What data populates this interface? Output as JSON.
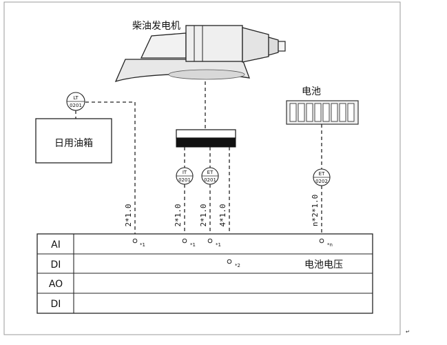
{
  "title_generator": "柴油发电机",
  "battery_label": "电池",
  "tank_label": "日用油箱",
  "instruments": [
    {
      "id": "lt",
      "top": "LT",
      "bottom": "0201"
    },
    {
      "id": "it",
      "top": "IT",
      "bottom": "0201"
    },
    {
      "id": "et1",
      "top": "ET",
      "bottom": "0201"
    },
    {
      "id": "et2",
      "top": "ET",
      "bottom": "0202"
    }
  ],
  "lines": [
    {
      "id": "l1",
      "label": "2*1.0"
    },
    {
      "id": "l2",
      "label": "2*1.0"
    },
    {
      "id": "l3",
      "label": "2*1.0"
    },
    {
      "id": "l4",
      "label": "4*1.0"
    },
    {
      "id": "l5",
      "label": "n*2*1.0"
    }
  ],
  "terminals": [
    {
      "id": "t1",
      "label": "*1"
    },
    {
      "id": "t2",
      "label": "*1"
    },
    {
      "id": "t3",
      "label": "*1"
    },
    {
      "id": "t4",
      "label": "*2"
    },
    {
      "id": "t5",
      "label": "*n"
    }
  ],
  "io_rows": [
    {
      "label": "AI"
    },
    {
      "label": "DI"
    },
    {
      "label": "AO"
    },
    {
      "label": "DI"
    }
  ],
  "battery_voltage_label": "电池电压"
}
